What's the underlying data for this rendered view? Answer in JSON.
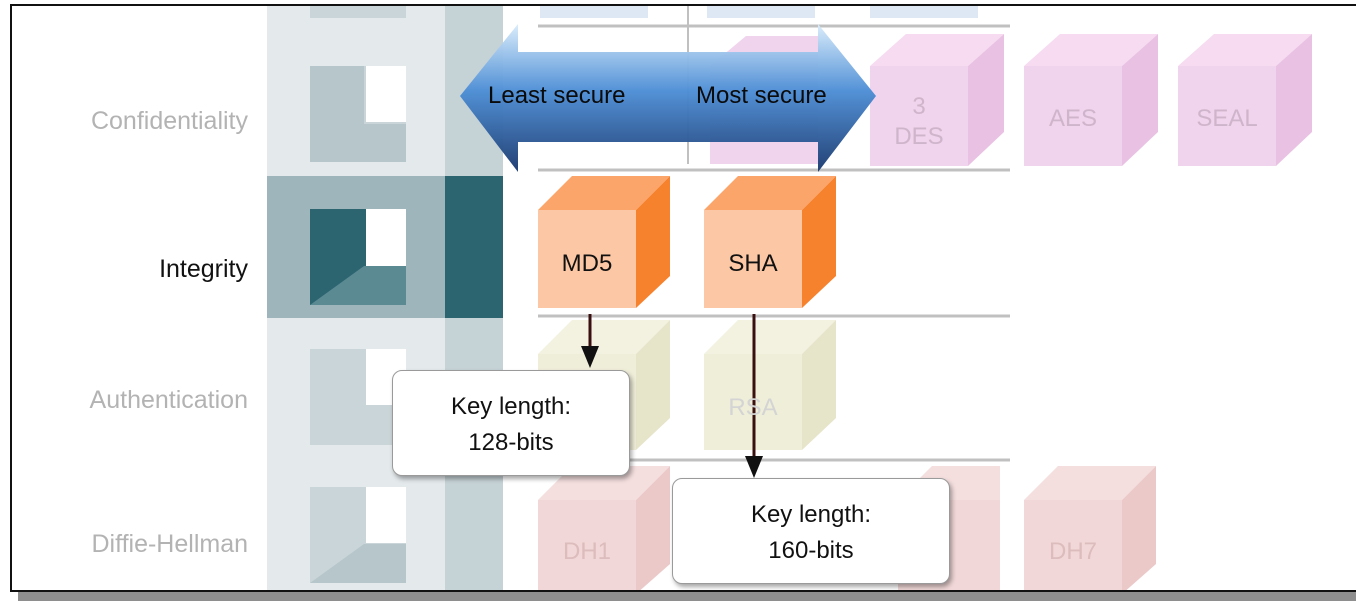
{
  "rows": {
    "confidentiality": "Confidentiality",
    "integrity": "Integrity",
    "authentication": "Authentication",
    "diffie_hellman": "Diffie-Hellman"
  },
  "security_arrow": {
    "left_label": "Least secure",
    "right_label": "Most secure"
  },
  "confidentiality_cubes": [
    "3\nDES",
    "AES",
    "SEAL"
  ],
  "integrity_cubes": [
    "MD5",
    "SHA"
  ],
  "authentication_cubes": [
    "RSA"
  ],
  "dh_cubes": [
    "DH1",
    "DH7"
  ],
  "callouts": {
    "md5": {
      "line1": "Key length:",
      "line2": "128-bits"
    },
    "sha": {
      "line1": "Key length:",
      "line2": "160-bits"
    }
  },
  "colors": {
    "integrity_cube_front": "#fcc7a4",
    "integrity_cube_side": "#f7822e",
    "integrity_cube_top": "#fca56b",
    "pillar_active": "#2c6470",
    "pillar_faded": "#dfe6e8"
  }
}
